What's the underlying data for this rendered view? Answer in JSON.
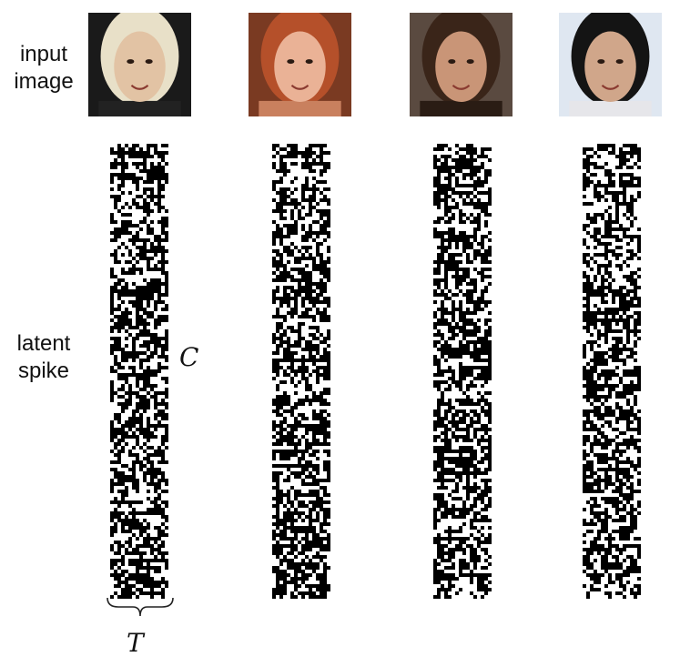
{
  "labels": {
    "input_image": "input\nimage",
    "latent_spike": "latent\nspike",
    "channel_axis": "C",
    "time_axis": "T"
  },
  "colors": {
    "spike_on": "#000000",
    "spike_off": "#ffffff"
  },
  "columns": [
    {
      "face_icon": "elderly-woman-face",
      "skin": "#e2c3a4",
      "hair": "#e8e0c8",
      "bg": "#1a1a1a",
      "clothing": "#222222",
      "seed": 17
    },
    {
      "face_icon": "red-haired-girl-face",
      "skin": "#eab296",
      "hair": "#b5502a",
      "bg": "#7a3a22",
      "clothing": "#c9805e",
      "seed": 53
    },
    {
      "face_icon": "dark-haired-woman-face",
      "skin": "#c99577",
      "hair": "#3a2519",
      "bg": "#5a4a40",
      "clothing": "#2a1c14",
      "seed": 91
    },
    {
      "face_icon": "young-man-face",
      "skin": "#d0a68a",
      "hair": "#141414",
      "bg": "#dfe7f1",
      "clothing": "#e6e6ea",
      "seed": 137
    }
  ]
}
